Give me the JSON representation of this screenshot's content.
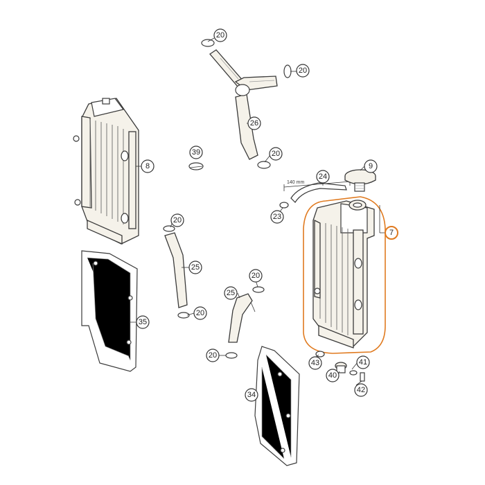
{
  "diagram": {
    "highlight_color": "#e07a1f",
    "measurement_label": "140 mm",
    "callouts": {
      "c20_top": "20",
      "c20_hose_right": "20",
      "c26": "26",
      "c20_mid": "20",
      "c39": "39",
      "c8": "8",
      "c9": "9",
      "c24": "24",
      "c23": "23",
      "c7": "7",
      "c20_left_hose_top": "20",
      "c25_left": "25",
      "c20_left_hose_bottom": "20",
      "c35": "35",
      "c20_center_top": "20",
      "c25_center": "25",
      "c20_center_bottom": "20",
      "c34": "34",
      "c43": "43",
      "c41": "41",
      "c40": "40",
      "c42": "42"
    }
  }
}
